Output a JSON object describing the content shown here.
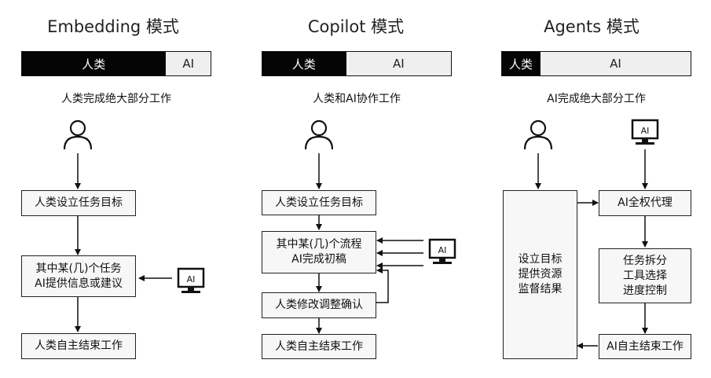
{
  "columns": [
    {
      "title": "Embedding 模式",
      "bar": {
        "human_label": "人类",
        "ai_label": "AI",
        "human_share": 0.76
      },
      "subtitle": "人类完成绝大部分工作",
      "steps": [
        "人类设立任务目标",
        [
          "其中某(几)个任务",
          "AI提供信息或建议"
        ],
        "人类自主结束工作"
      ],
      "monitor_label": "AI"
    },
    {
      "title": "Copilot 模式",
      "bar": {
        "human_label": "人类",
        "ai_label": "AI",
        "human_share": 0.44
      },
      "subtitle": "人类和AI协作工作",
      "steps": [
        "人类设立任务目标",
        [
          "其中某(几)个流程",
          "AI完成初稿"
        ],
        "人类修改调整确认",
        "人类自主结束工作"
      ],
      "monitor_label": "AI"
    },
    {
      "title": "Agents 模式",
      "bar": {
        "human_label": "人类",
        "ai_label": "AI",
        "human_share": 0.2
      },
      "subtitle": "AI完成绝大部分工作",
      "human_box": [
        "设立目标",
        "提供资源",
        "监督结果"
      ],
      "steps": [
        "AI全权代理",
        [
          "任务拆分",
          "工具选择",
          "进度控制"
        ],
        "AI自主结束工作"
      ],
      "monitor_label": "AI"
    }
  ]
}
